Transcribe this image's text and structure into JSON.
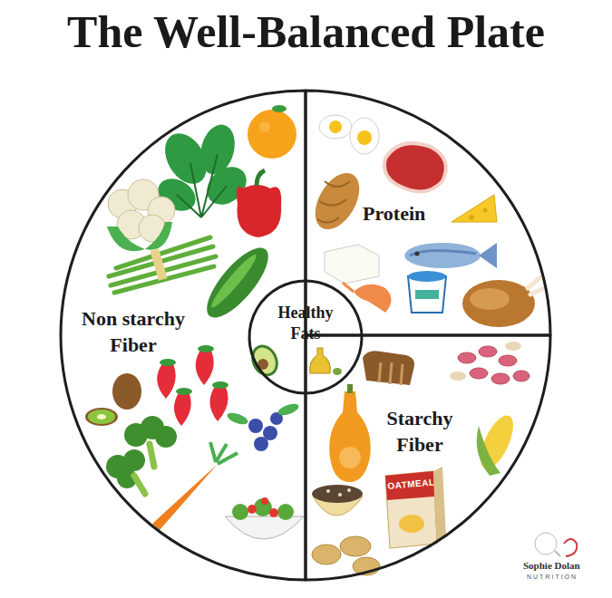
{
  "diagram": {
    "title": "The Well-Balanced Plate",
    "nodes": [
      {
        "text": [
          "Protein"
        ]
      },
      {
        "text": [
          "Non starchy Fiber"
        ]
      },
      {
        "text": [
          "Healthy Fats"
        ]
      },
      {
        "text": [
          "Starchy Fiber"
        ]
      }
    ],
    "labels": [
      "OATMEAL",
      "Sophie Dolan",
      "NUTRITION"
    ]
  }
}
